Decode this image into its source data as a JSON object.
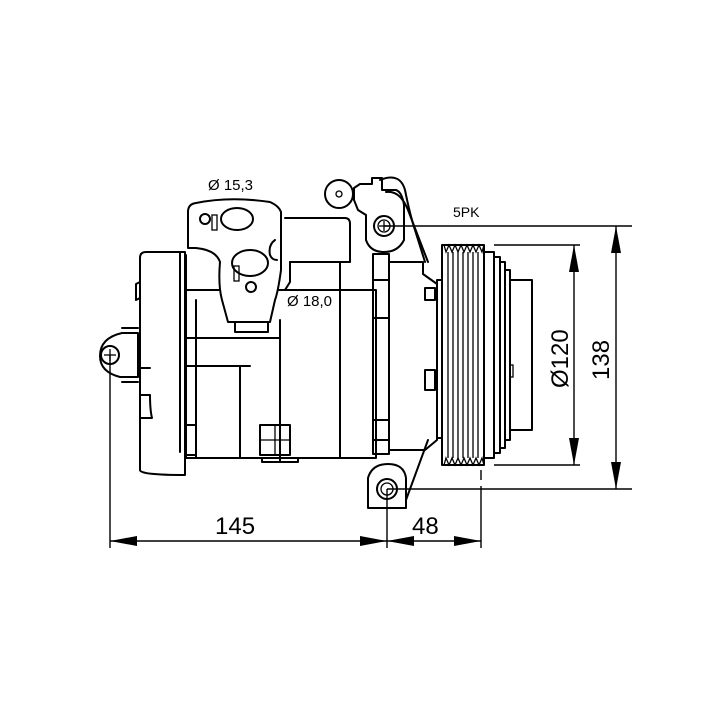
{
  "drawing": {
    "subject": "AC compressor technical drawing",
    "annotations": {
      "suction_port": "Ø 15,3",
      "discharge_port": "Ø 18,0",
      "belt_type": "5PK"
    },
    "dimensions": {
      "body_length": "145",
      "pulley_offset": "48",
      "pulley_diameter": "Ø120",
      "overall_height": "138"
    },
    "colors": {
      "line": "#000000",
      "background": "#ffffff"
    }
  }
}
